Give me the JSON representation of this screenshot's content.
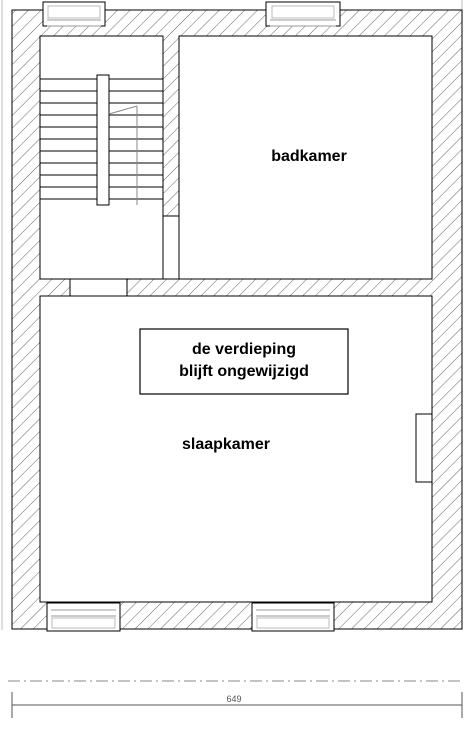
{
  "rooms": {
    "bathroom": "badkamer",
    "bedroom": "slaapkamer"
  },
  "note": {
    "line1": "de verdieping",
    "line2": "blijft ongewijzigd"
  },
  "dimension": {
    "width": "649"
  },
  "colors": {
    "line": "#000000",
    "hatch": "#555555",
    "window": "#9a9a9a",
    "dim_line": "#777777"
  }
}
